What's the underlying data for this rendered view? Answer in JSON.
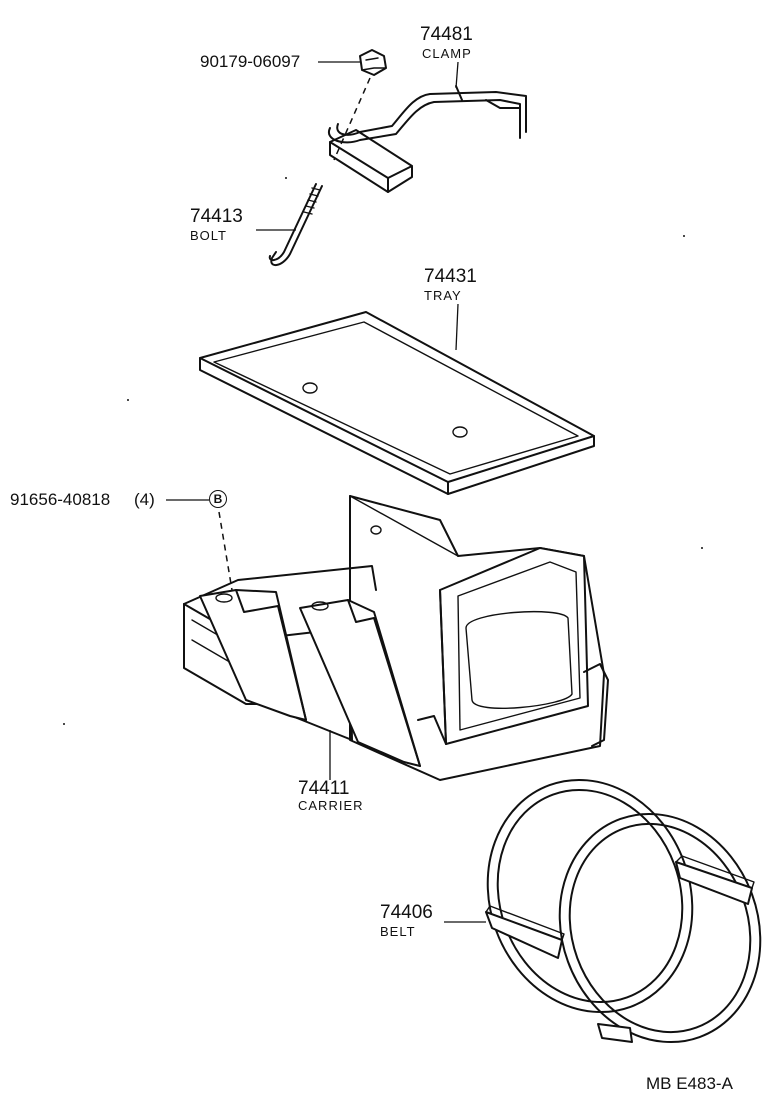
{
  "parts": {
    "nut": {
      "number": "90179-06097"
    },
    "clamp": {
      "number": "74481",
      "name": "CLAMP"
    },
    "bolt": {
      "number": "74413",
      "name": "BOLT"
    },
    "tray": {
      "number": "74431",
      "name": "TRAY"
    },
    "screw": {
      "number": "91656-40818",
      "qty": "(4)",
      "marker": "B"
    },
    "carrier": {
      "number": "74411",
      "name": "CARRIER"
    },
    "belt": {
      "number": "74406",
      "name": "BELT"
    }
  },
  "footer": {
    "code": "MB  E483-A"
  }
}
